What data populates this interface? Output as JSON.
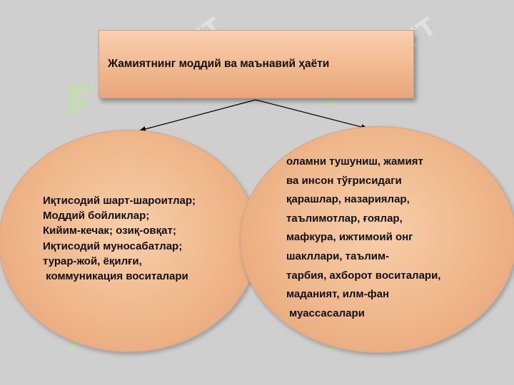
{
  "title": "Жамиятнинг моддий ва маънавий ҳаёти",
  "material": {
    "lines": [
      "Иқтисодий шарт-шароитлар;",
      "Моддий бойликлар;",
      "Кийим-кечак; озиқ-овқат;",
      "Иқтисодий муносабатлар;",
      "турар-жой, ёқилғи,",
      " коммуникация воситалари"
    ]
  },
  "spiritual": {
    "lines": [
      "оламни тушуниш, жамият",
      "ва инсон тўғрисидаги",
      "қарашлар, назариялар,",
      "таълимотлар, ғоялар,",
      "мафкура, ижтимоий онг",
      "шакллари, таълим-",
      "тарбия, ахборот воситалари,",
      "маданият, илм-фан",
      " муассасалари"
    ]
  },
  "watermark": {
    "text": "SOFT",
    "color": "#bfe3a6"
  }
}
